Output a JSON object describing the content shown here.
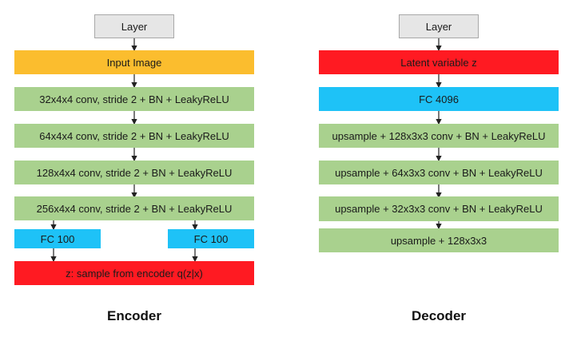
{
  "encoder": {
    "title": "Encoder",
    "layer_label": "Layer",
    "input": "Input Image",
    "convs": [
      "32x4x4 conv, stride 2 + BN + LeakyReLU",
      "64x4x4 conv, stride 2 + BN + LeakyReLU",
      "128x4x4 conv, stride 2 + BN + LeakyReLU",
      "256x4x4 conv, stride 2 + BN + LeakyReLU"
    ],
    "fc_left": "FC 100",
    "fc_right": "FC 100",
    "sample": "z: sample from encoder q(z|x)"
  },
  "decoder": {
    "title": "Decoder",
    "layer_label": "Layer",
    "latent": "Latent variable z",
    "fc": "FC 4096",
    "upsamples": [
      "upsample + 128x3x3 conv + BN + LeakyReLU",
      "upsample + 64x3x3 conv + BN + LeakyReLU",
      "upsample + 32x3x3 conv + BN + LeakyReLU",
      "upsample + 128x3x3"
    ]
  },
  "colors": {
    "layer": "#e6e6e6",
    "conv": "#a9d18e",
    "input": "#fbbd2e",
    "latent": "#ff1a22",
    "fc": "#1ec2f7"
  }
}
